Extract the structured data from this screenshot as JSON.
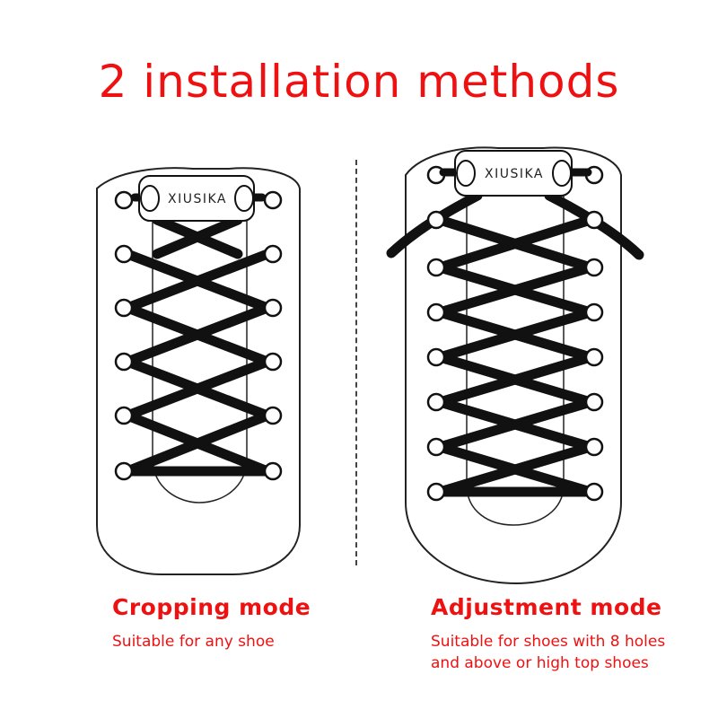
{
  "title": "2 installation methods",
  "brand_label": "XIUSIKA",
  "colors": {
    "accent": "#ee1111",
    "lace": "#111111",
    "outline": "#222222"
  },
  "methods": [
    {
      "title": "Cropping mode",
      "description_lines": [
        "Suitable for any shoe"
      ]
    },
    {
      "title": "Adjustment mode",
      "description_lines": [
        "Suitable for shoes with 8 holes",
        "and above or high top shoes"
      ]
    }
  ]
}
